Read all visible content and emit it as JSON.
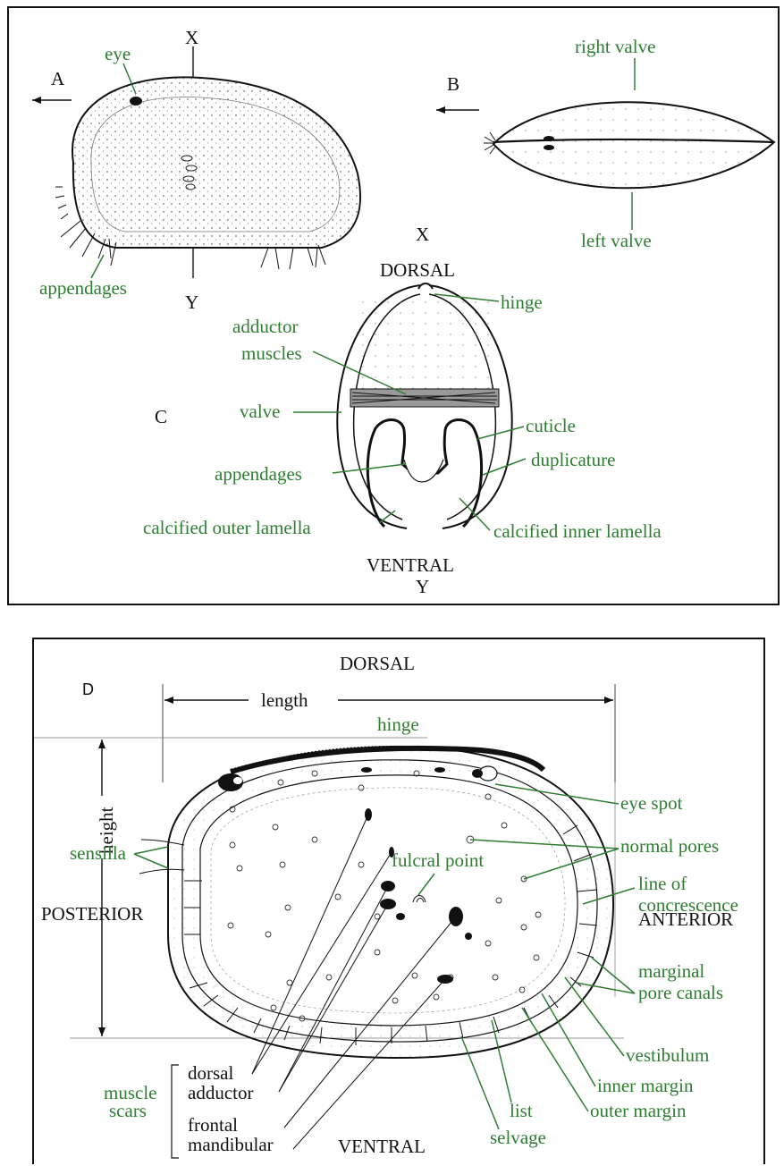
{
  "panel_top": {
    "view_a": {
      "label": "A",
      "axis_top": "X",
      "axis_bottom": "Y",
      "eye": "eye",
      "appendages": "appendages"
    },
    "view_b": {
      "label": "B",
      "right_valve": "right valve",
      "left_valve": "left valve"
    },
    "view_c": {
      "label": "C",
      "axis_top": "X",
      "dorsal": "DORSAL",
      "ventral": "VENTRAL",
      "axis_bottom": "Y",
      "hinge": "hinge",
      "adductor_1": "adductor",
      "adductor_2": "muscles",
      "valve": "valve",
      "cuticle": "cuticle",
      "duplicature": "duplicature",
      "appendages": "appendages",
      "outer_lamella": "calcified outer lamella",
      "inner_lamella": "calcified inner lamella"
    }
  },
  "panel_bottom": {
    "label": "D",
    "dorsal": "DORSAL",
    "ventral": "VENTRAL",
    "posterior": "POSTERIOR",
    "anterior": "ANTERIOR",
    "length": "length",
    "height": "height",
    "hinge": "hinge",
    "eye_spot": "eye spot",
    "normal_pores": "normal pores",
    "fulcral_point": "fulcral point",
    "sensilla": "sensilla",
    "concrescence_1": "line of",
    "concrescence_2": "concrescence",
    "pore_canals_1": "marginal",
    "pore_canals_2": "pore canals",
    "vestibulum": "vestibulum",
    "inner_margin": "inner margin",
    "outer_margin": "outer margin",
    "list": "list",
    "selvage": "selvage",
    "muscle_1": "muscle",
    "muscle_2": "scars",
    "dorsal_scar": "dorsal",
    "adductor_scar": "adductor",
    "frontal_scar": "frontal",
    "mandibular_scar": "mandibular"
  },
  "colors": {
    "label_green": "#2f7d32",
    "ink": "#111111"
  }
}
